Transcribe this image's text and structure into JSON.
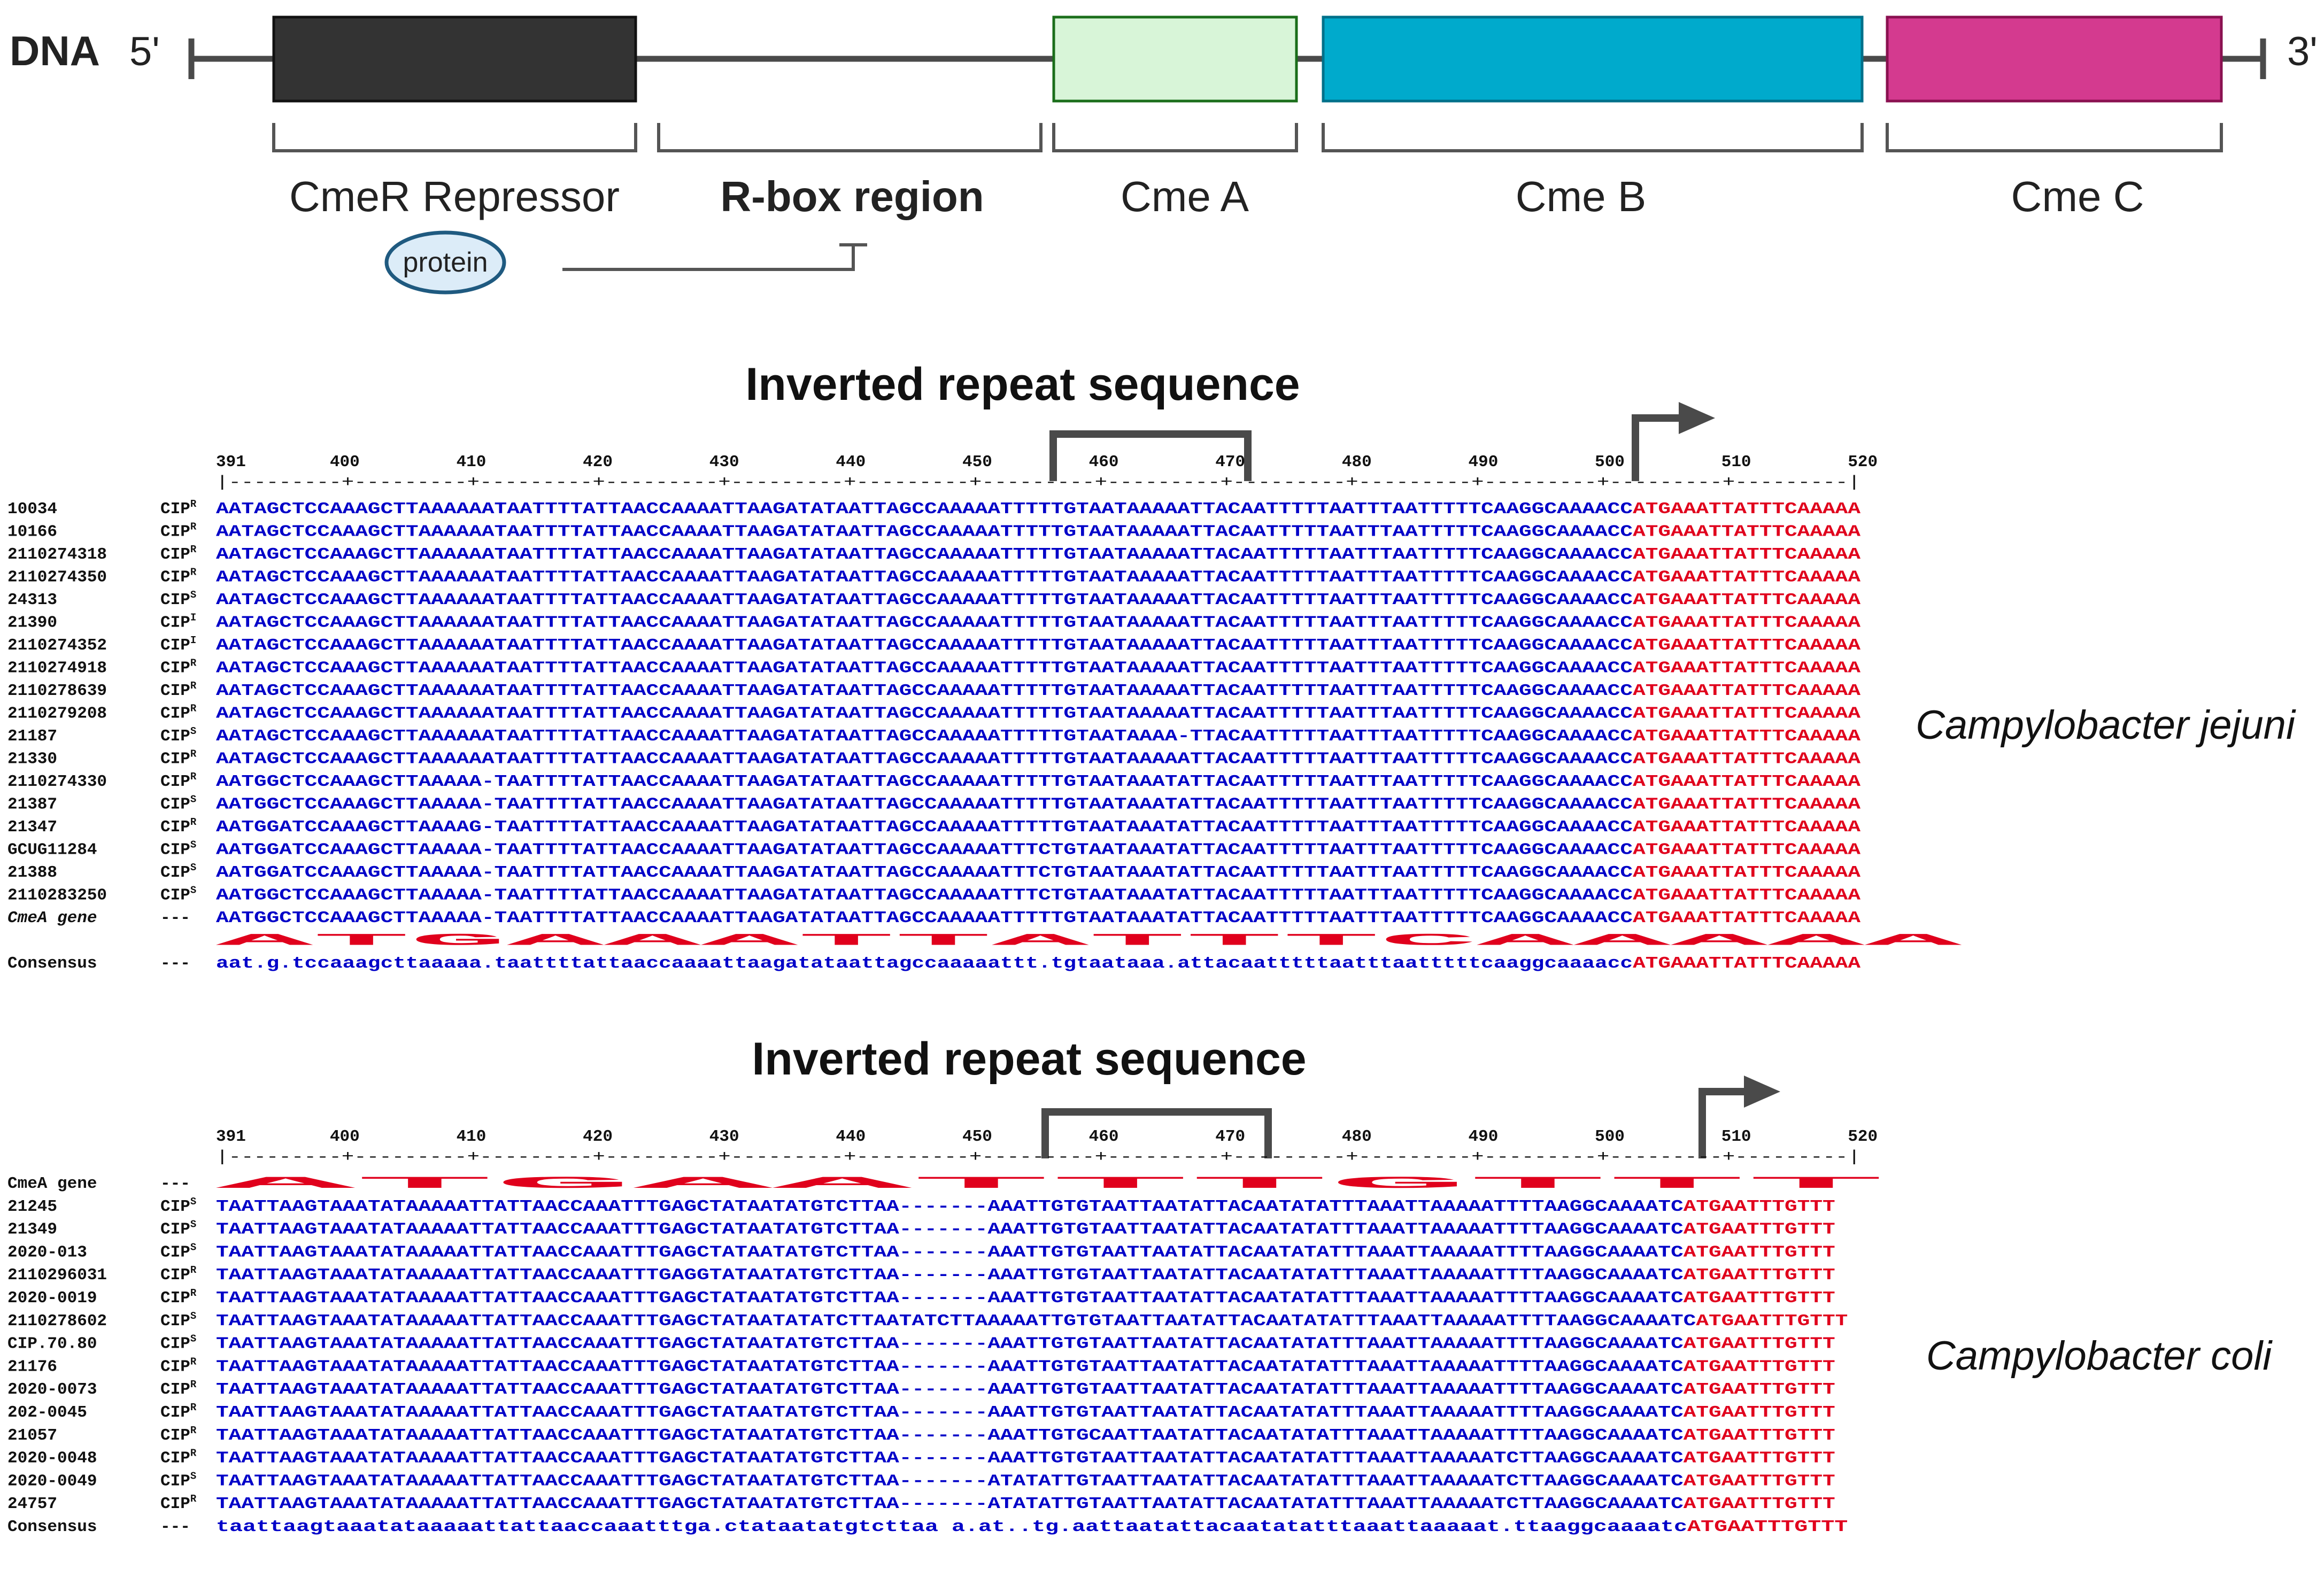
{
  "gene_map": {
    "dna_label": "DNA",
    "five_prime": "5'",
    "three_prime": "3'",
    "genes": [
      {
        "label": "CmeR Repressor",
        "color": "#333333"
      },
      {
        "label": "R-box region",
        "color": ""
      },
      {
        "label": "Cme A",
        "color": "#d8f5d8"
      },
      {
        "label": "Cme B",
        "color": "#00aacc"
      },
      {
        "label": "Cme C",
        "color": "#d43a8f"
      }
    ],
    "protein_label": "protein"
  },
  "colors": {
    "blue": "#0000c8",
    "red": "#e0001c",
    "black": "#000000",
    "consensus": "#0000c8",
    "box": "#4a4a4a",
    "cmeA_border": "#1a6e1a",
    "cmeC_border": "#8a1050",
    "protein_fill": "#dcecf8",
    "protein_border": "#1f5a80"
  },
  "panels": [
    {
      "title": "Inverted repeat sequence",
      "species": "Campylobacter jejuni",
      "ruler_numbers": [
        "391",
        "400",
        "410",
        "420",
        "430",
        "440",
        "450",
        "460",
        "470",
        "480",
        "490",
        "500",
        "510",
        "520"
      ],
      "ruler_line": "|---------+---------+---------+---------+---------+---------+---------+---------+---------+---------+---------+---------+---------|",
      "rows": [
        {
          "name": "10034",
          "tag": "CIP",
          "sup": "R",
          "seq": "AATAGCTCCAAAGCTTAAAAAATAATTTTATTAACCAAAATTAAGATATAATTAGCCAAAAATTTTTGTAATAAAAATTACAATTTTTAATTTAATTTTTCAAGGCAAAACCATGAAATTATTTCAAAAA"
        },
        {
          "name": "10166",
          "tag": "CIP",
          "sup": "R",
          "seq": "AATAGCTCCAAAGCTTAAAAAATAATTTTATTAACCAAAATTAAGATATAATTAGCCAAAAATTTTTGTAATAAAAATTACAATTTTTAATTTAATTTTTCAAGGCAAAACCATGAAATTATTTCAAAAA"
        },
        {
          "name": "2110274318",
          "tag": "CIP",
          "sup": "R",
          "seq": "AATAGCTCCAAAGCTTAAAAAATAATTTTATTAACCAAAATTAAGATATAATTAGCCAAAAATTTTTGTAATAAAAATTACAATTTTTAATTTAATTTTTCAAGGCAAAACCATGAAATTATTTCAAAAA"
        },
        {
          "name": "2110274350",
          "tag": "CIP",
          "sup": "R",
          "seq": "AATAGCTCCAAAGCTTAAAAAATAATTTTATTAACCAAAATTAAGATATAATTAGCCAAAAATTTTTGTAATAAAAATTACAATTTTTAATTTAATTTTTCAAGGCAAAACCATGAAATTATTTCAAAAA"
        },
        {
          "name": "24313",
          "tag": "CIP",
          "sup": "S",
          "seq": "AATAGCTCCAAAGCTTAAAAAATAATTTTATTAACCAAAATTAAGATATAATTAGCCAAAAATTTTTGTAATAAAAATTACAATTTTTAATTTAATTTTTCAAGGCAAAACCATGAAATTATTTCAAAAA"
        },
        {
          "name": "21390",
          "tag": "CIP",
          "sup": "I",
          "seq": "AATAGCTCCAAAGCTTAAAAAATAATTTTATTAACCAAAATTAAGATATAATTAGCCAAAAATTTTTGTAATAAAAATTACAATTTTTAATTTAATTTTTCAAGGCAAAACCATGAAATTATTTCAAAAA"
        },
        {
          "name": "2110274352",
          "tag": "CIP",
          "sup": "I",
          "seq": "AATAGCTCCAAAGCTTAAAAAATAATTTTATTAACCAAAATTAAGATATAATTAGCCAAAAATTTTTGTAATAAAAATTACAATTTTTAATTTAATTTTTCAAGGCAAAACCATGAAATTATTTCAAAAA"
        },
        {
          "name": "2110274918",
          "tag": "CIP",
          "sup": "R",
          "seq": "AATAGCTCCAAAGCTTAAAAAATAATTTTATTAACCAAAATTAAGATATAATTAGCCAAAAATTTTTGTAATAAAAATTACAATTTTTAATTTAATTTTTCAAGGCAAAACCATGAAATTATTTCAAAAA"
        },
        {
          "name": "2110278639",
          "tag": "CIP",
          "sup": "R",
          "seq": "AATAGCTCCAAAGCTTAAAAAATAATTTTATTAACCAAAATTAAGATATAATTAGCCAAAAATTTTTGTAATAAAAATTACAATTTTTAATTTAATTTTTCAAGGCAAAACCATGAAATTATTTCAAAAA"
        },
        {
          "name": "2110279208",
          "tag": "CIP",
          "sup": "R",
          "seq": "AATAGCTCCAAAGCTTAAAAAATAATTTTATTAACCAAAATTAAGATATAATTAGCCAAAAATTTTTGTAATAAAAATTACAATTTTTAATTTAATTTTTCAAGGCAAAACCATGAAATTATTTCAAAAA"
        },
        {
          "name": "21187",
          "tag": "CIP",
          "sup": "S",
          "seq": "AATAGCTCCAAAGCTTAAAAAATAATTTTATTAACCAAAATTAAGATATAATTAGCCAAAAATTTTTGTAATAAAA-TTACAATTTTTAATTTAATTTTTCAAGGCAAAACCATGAAATTATTTCAAAAA"
        },
        {
          "name": "21330",
          "tag": "CIP",
          "sup": "R",
          "seq": "AATAGCTCCAAAGCTTAAAAAATAATTTTATTAACCAAAATTAAGATATAATTAGCCAAAAATTTTTGTAATAAAAATTACAATTTTTAATTTAATTTTTCAAGGCAAAACCATGAAATTATTTCAAAAA"
        },
        {
          "name": "2110274330",
          "tag": "CIP",
          "sup": "R",
          "seq": "AATGGCTCCAAAGCTTAAAAA-TAATTTTATTAACCAAAATTAAGATATAATTAGCCAAAAATTTTTGTAATAAATATTACAATTTTTAATTTAATTTTTCAAGGCAAAACCATGAAATTATTTCAAAAA"
        },
        {
          "name": "21387",
          "tag": "CIP",
          "sup": "S",
          "seq": "AATGGCTCCAAAGCTTAAAAA-TAATTTTATTAACCAAAATTAAGATATAATTAGCCAAAAATTTTTGTAATAAATATTACAATTTTTAATTTAATTTTTCAAGGCAAAACCATGAAATTATTTCAAAAA"
        },
        {
          "name": "21347",
          "tag": "CIP",
          "sup": "R",
          "seq": "AATGGATCCAAAGCTTAAAAG-TAATTTTATTAACCAAAATTAAGATATAATTAGCCAAAAATTTTTGTAATAAATATTACAATTTTTAATTTAATTTTTCAAGGCAAAACCATGAAATTATTTCAAAAA"
        },
        {
          "name": "GCUG11284",
          "tag": "CIP",
          "sup": "S",
          "seq": "AATGGATCCAAAGCTTAAAAA-TAATTTTATTAACCAAAATTAAGATATAATTAGCCAAAAATTTCTGTAATAAATATTACAATTTTTAATTTAATTTTTCAAGGCAAAACCATGAAATTATTTCAAAAA"
        },
        {
          "name": "21388",
          "tag": "CIP",
          "sup": "S",
          "seq": "AATGGATCCAAAGCTTAAAAA-TAATTTTATTAACCAAAATTAAGATATAATTAGCCAAAAATTTCTGTAATAAATATTACAATTTTTAATTTAATTTTTCAAGGCAAAACCATGAAATTATTTCAAAAA"
        },
        {
          "name": "2110283250",
          "tag": "CIP",
          "sup": "S",
          "seq": "AATGGCTCCAAAGCTTAAAAA-TAATTTTATTAACCAAAATTAAGATATAATTAGCCAAAAATTTCTGTAATAAATATTACAATTTTTAATTTAATTTTTCAAGGCAAAACCATGAAATTATTTCAAAAA"
        },
        {
          "name": "CmeA gene",
          "tag": "---",
          "sup": "",
          "italic": true,
          "seq": "AATGGCTCCAAAGCTTAAAAA-TAATTTTATTAACCAAAATTAAGATATAATTAGCCAAAAATTTTTGTAATAAATATTACAATTTTTAATTTAATTTTTCAAGGCAAAACCATGAAATTATTTCAAAAA"
        },
        {
          "name": "",
          "tag": "",
          "sup": "",
          "seq": "                                                                                                                        ATGAAATTATTTCAAAAA"
        },
        {
          "name": "Consensus",
          "tag": "---",
          "sup": "",
          "consensus": true,
          "seq": "aat.g.tccaaagcttaaaaa.taattttattaaccaaaattaagatataattagccaaaaattt.tgtaataaa.attacaatttttaatttaatttttcaaggcaaaaccATGAAATTATTTCAAAAA"
        }
      ]
    },
    {
      "title": "Inverted repeat sequence",
      "species": "Campylobacter coli",
      "ruler_numbers": [
        "391",
        "400",
        "410",
        "420",
        "430",
        "440",
        "450",
        "460",
        "470",
        "480",
        "490",
        "500",
        "510",
        "520"
      ],
      "ruler_line": "|---------+---------+---------+---------+---------+---------+---------+---------+---------+---------+---------+---------+---------|",
      "rows": [
        {
          "name": "CmeA gene",
          "tag": "---",
          "sup": "",
          "seq": "                                                                                                                        ATGAATTTGTTT"
        },
        {
          "name": "21245",
          "tag": "CIP",
          "sup": "S",
          "seq": "TAATTAAGTAAATATAAAAATTATTAACCAAATTTGAGCTATAATATGTCTTAA-------AAATTGTGTAATTAATATTACAATATATTTAAATTAAAAATTTTAAGGCAAAATCATGAATTTGTTT"
        },
        {
          "name": "21349",
          "tag": "CIP",
          "sup": "S",
          "seq": "TAATTAAGTAAATATAAAAATTATTAACCAAATTTGAGCTATAATATGTCTTAA-------AAATTGTGTAATTAATATTACAATATATTTAAATTAAAAATTTTAAGGCAAAATCATGAATTTGTTT"
        },
        {
          "name": "2020-013",
          "tag": "CIP",
          "sup": "S",
          "seq": "TAATTAAGTAAATATAAAAATTATTAACCAAATTTGAGCTATAATATGTCTTAA-------AAATTGTGTAATTAATATTACAATATATTTAAATTAAAAATTTTAAGGCAAAATCATGAATTTGTTT"
        },
        {
          "name": "2110296031",
          "tag": "CIP",
          "sup": "R",
          "seq": "TAATTAAGTAAATATAAAAATTATTAACCAAATTTGAGGTATAATATGTCTTAA-------AAATTGTGTAATTAATATTACAATATATTTAAATTAAAAATTTTAAGGCAAAATCATGAATTTGTTT"
        },
        {
          "name": "2020-0019",
          "tag": "CIP",
          "sup": "R",
          "seq": "TAATTAAGTAAATATAAAAATTATTAACCAAATTTGAGCTATAATATGTCTTAA-------AAATTGTGTAATTAATATTACAATATATTTAAATTAAAAATTTTAAGGCAAAATCATGAATTTGTTT"
        },
        {
          "name": "2110278602",
          "tag": "CIP",
          "sup": "S",
          "seq": "TAATTAAGTAAATATAAAAATTATTAACCAAATTTGAGCTATAATATATCTTAATATCTTAAAAATTGTGTAATTAATATTACAATATATTTAAATTAAAAATTTTAAGGCAAAATCATGAATTTGTTT"
        },
        {
          "name": "CIP.70.80",
          "tag": "CIP",
          "sup": "S",
          "seq": "TAATTAAGTAAATATAAAAATTATTAACCAAATTTGAGCTATAATATGTCTTAA-------AAATTGTGTAATTAATATTACAATATATTTAAATTAAAAATTTTAAGGCAAAATCATGAATTTGTTT"
        },
        {
          "name": "21176",
          "tag": "CIP",
          "sup": "R",
          "seq": "TAATTAAGTAAATATAAAAATTATTAACCAAATTTGAGCTATAATATGTCTTAA-------AAATTGTGTAATTAATATTACAATATATTTAAATTAAAAATTTTAAGGCAAAATCATGAATTTGTTT"
        },
        {
          "name": "2020-0073",
          "tag": "CIP",
          "sup": "R",
          "seq": "TAATTAAGTAAATATAAAAATTATTAACCAAATTTGAGCTATAATATGTCTTAA-------AAATTGTGTAATTAATATTACAATATATTTAAATTAAAAATTTTAAGGCAAAATCATGAATTTGTTT"
        },
        {
          "name": "202-0045",
          "tag": "CIP",
          "sup": "R",
          "seq": "TAATTAAGTAAATATAAAAATTATTAACCAAATTTGAGCTATAATATGTCTTAA-------AAATTGTGTAATTAATATTACAATATATTTAAATTAAAAATTTTAAGGCAAAATCATGAATTTGTTT"
        },
        {
          "name": "21057",
          "tag": "CIP",
          "sup": "R",
          "seq": "TAATTAAGTAAATATAAAAATTATTAACCAAATTTGAGCTATAATATGTCTTAA-------AAATTGTGCAATTAATATTACAATATATTTAAATTAAAAATTTTAAGGCAAAATCATGAATTTGTTT"
        },
        {
          "name": "2020-0048",
          "tag": "CIP",
          "sup": "R",
          "seq": "TAATTAAGTAAATATAAAAATTATTAACCAAATTTGAGCTATAATATGTCTTAA-------AAATTGTGTAATTAATATTACAATATATTTAAATTAAAAATCTTAAGGCAAAATCATGAATTTGTTT"
        },
        {
          "name": "2020-0049",
          "tag": "CIP",
          "sup": "S",
          "seq": "TAATTAAGTAAATATAAAAATTATTAACCAAATTTGAGCTATAATATGTCTTAA-------ATATATTGTAATTAATATTACAATATATTTAAATTAAAAATCTTAAGGCAAAATCATGAATTTGTTT"
        },
        {
          "name": "24757",
          "tag": "CIP",
          "sup": "R",
          "seq": "TAATTAAGTAAATATAAAAATTATTAACCAAATTTGAGCTATAATATGTCTTAA-------ATATATTGTAATTAATATTACAATATATTTAAATTAAAAATCTTAAGGCAAAATCATGAATTTGTTT"
        },
        {
          "name": "Consensus",
          "tag": "---",
          "sup": "",
          "consensus": true,
          "seq": "taattaagtaaatataaaaattattaaccaaatttga.ctataatatgtcttaa        a.at..tg.aattaatattacaatatatttaaattaaaaat.ttaaggcaaaatcATGAATTTGTTT"
        }
      ]
    }
  ]
}
